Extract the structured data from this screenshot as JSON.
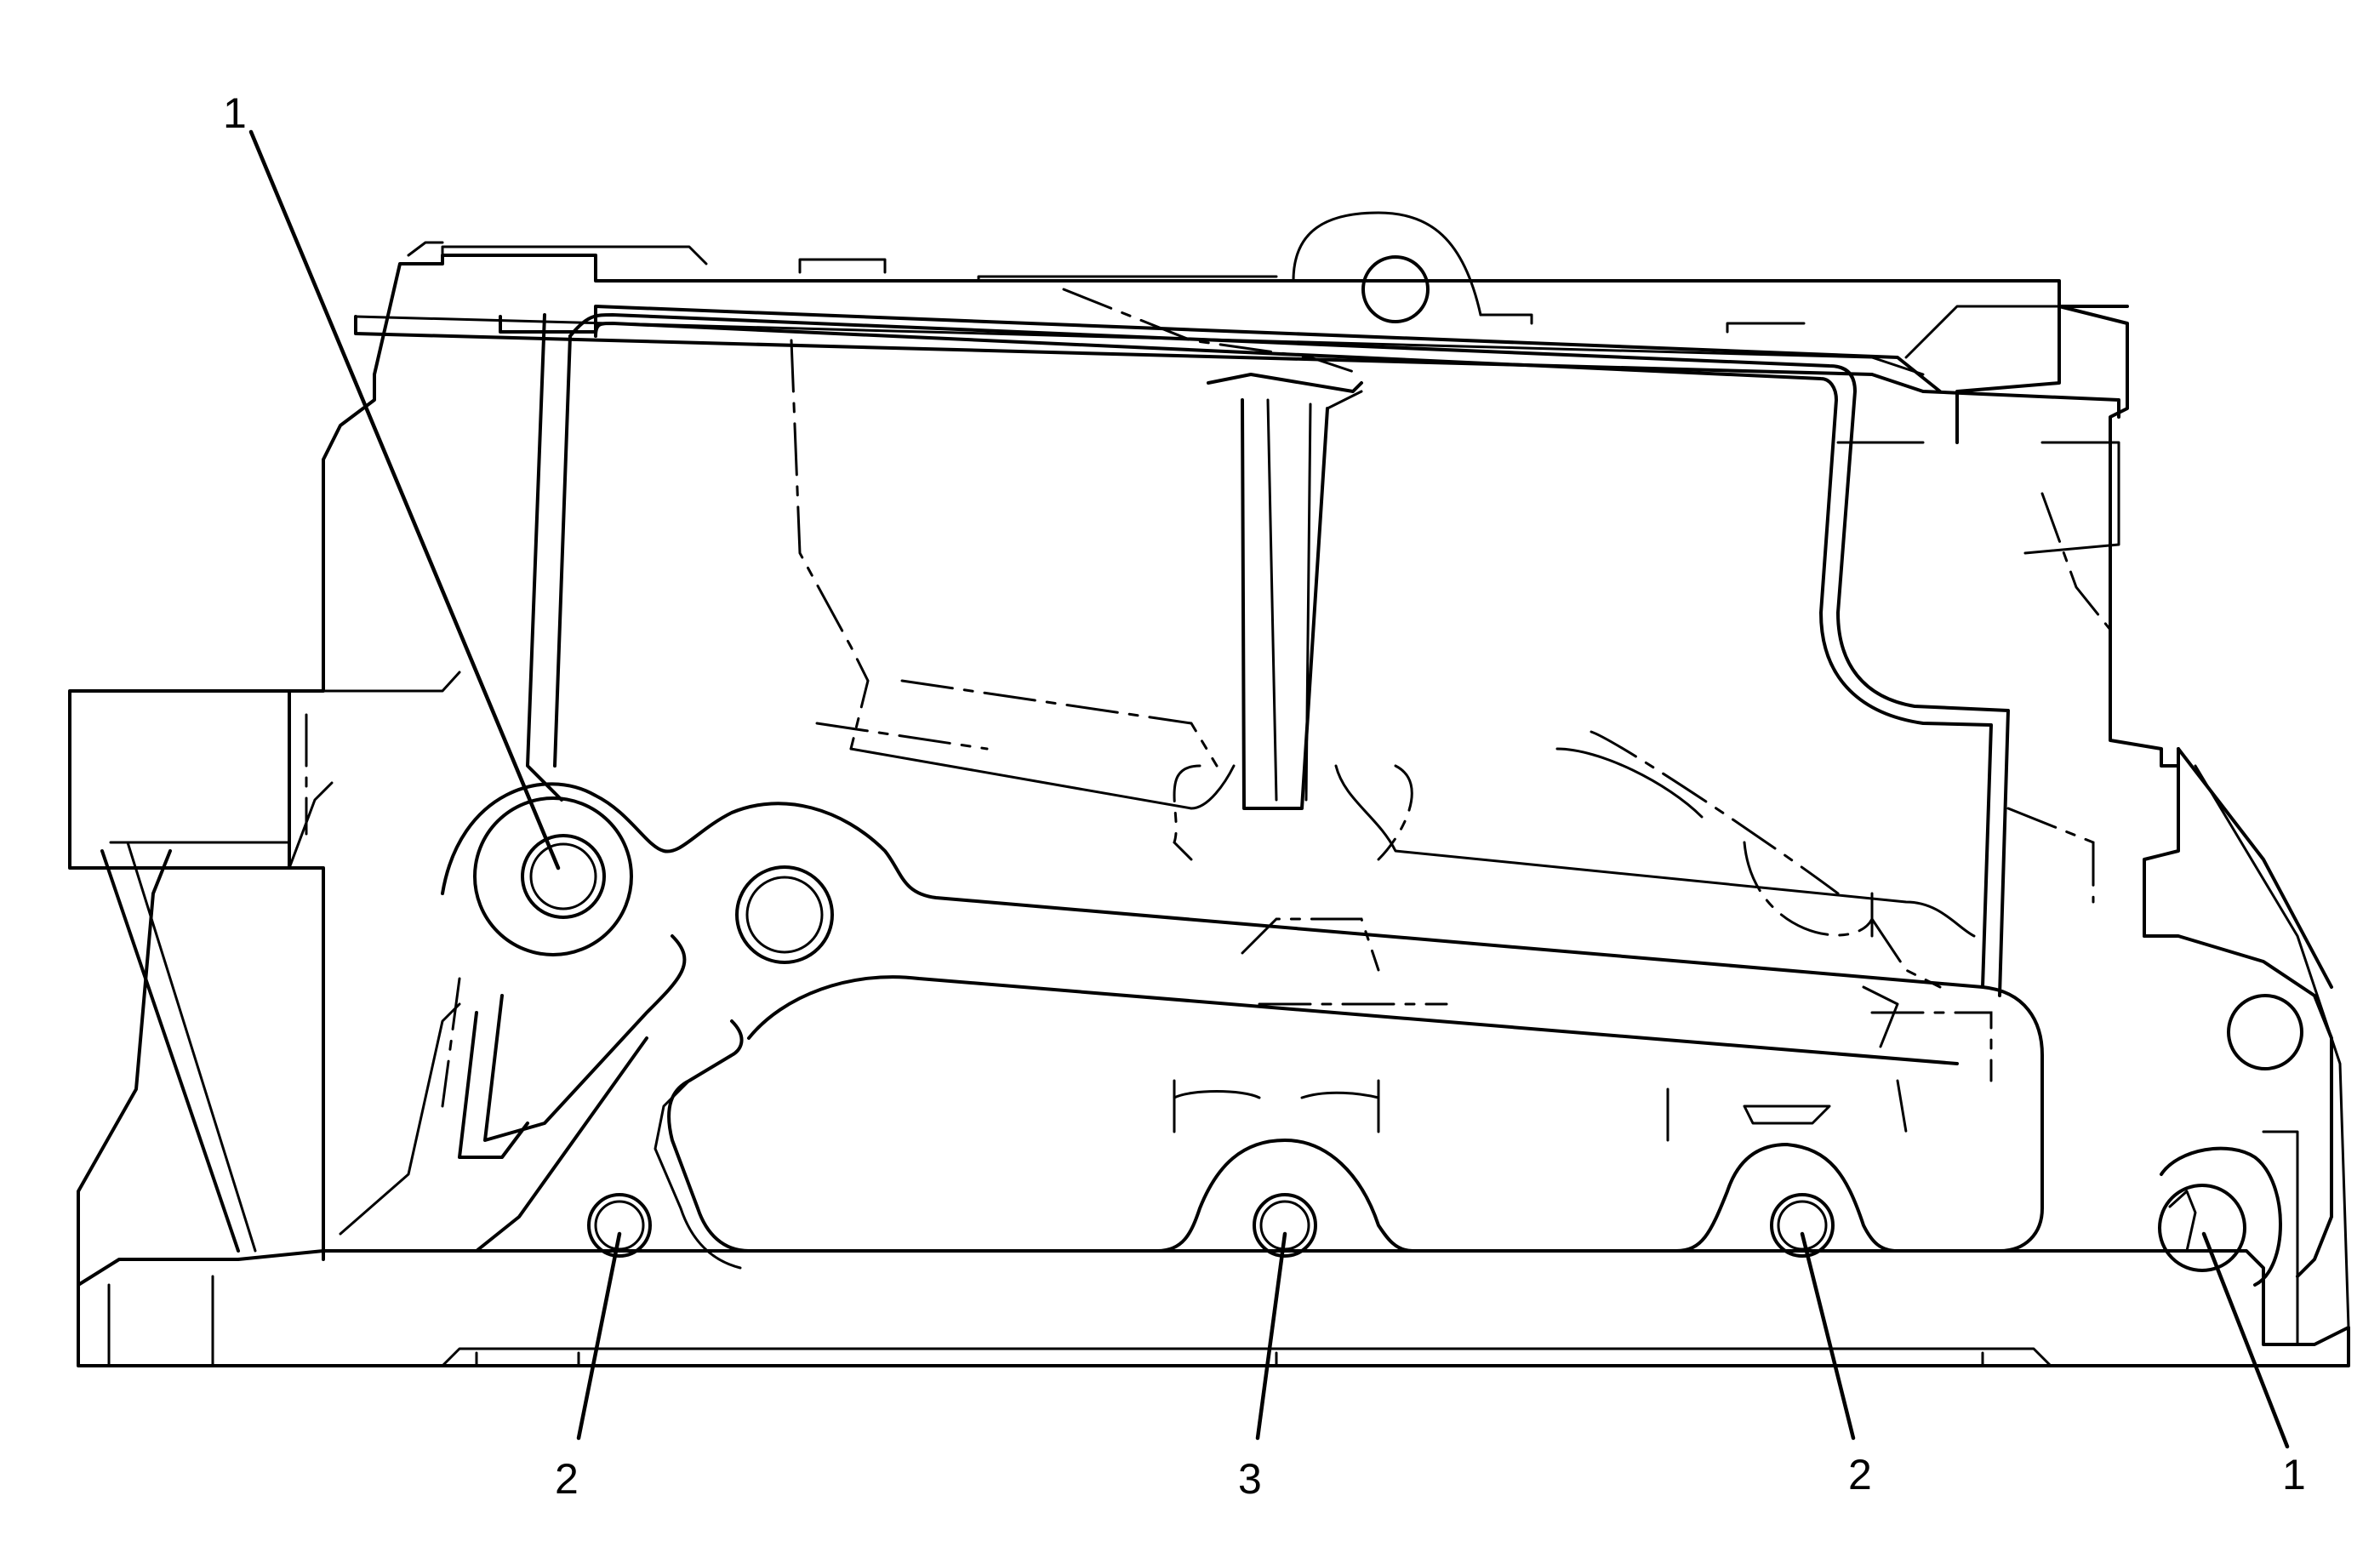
{
  "callouts": [
    {
      "id": "top-left",
      "label": "1"
    },
    {
      "id": "bottom-left",
      "label": "2"
    },
    {
      "id": "bottom-center",
      "label": "3"
    },
    {
      "id": "bottom-right-center",
      "label": "2"
    },
    {
      "id": "bottom-right",
      "label": "1"
    }
  ]
}
